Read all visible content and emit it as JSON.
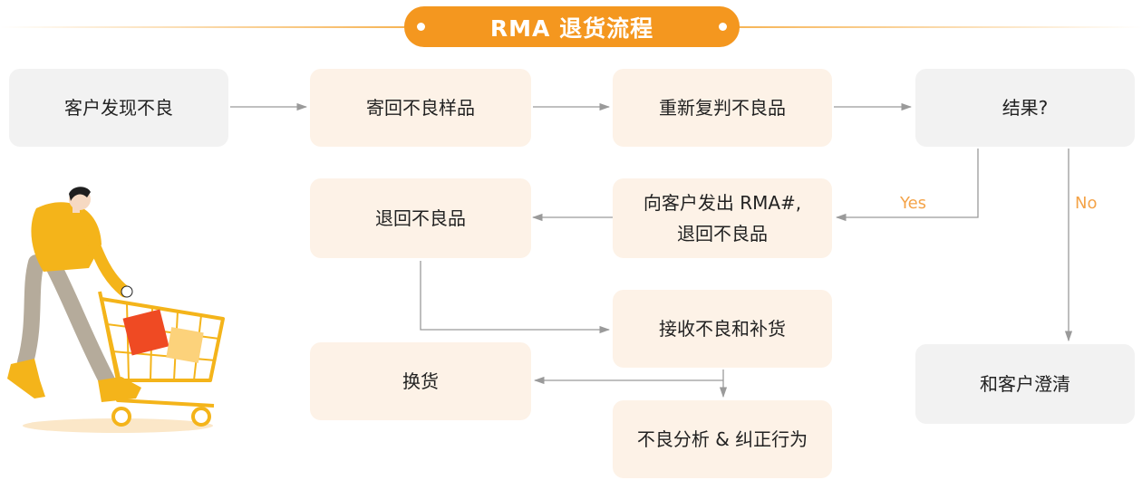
{
  "title": "RMA 退货流程",
  "nodes": {
    "customer_finds_defect": "客户发现不良",
    "return_sample": "寄回不良样品",
    "recheck": "重新复判不良品",
    "result": "结果?",
    "issue_rma_line1": "向客户发出 RMA#,",
    "issue_rma_line2": "退回不良品",
    "return_defect": "退回不良品",
    "receive_replenish": "接收不良和补货",
    "exchange": "换货",
    "analysis": "不良分析 & 纠正行为",
    "clarify": "和客户澄清"
  },
  "labels": {
    "yes": "Yes",
    "no": "No"
  },
  "colors": {
    "accent": "#f4971f",
    "node_peach": "#fdf2e7",
    "node_gray": "#f2f2f2",
    "arrow": "#9a9a9a",
    "label": "#f4a348"
  },
  "illustration": "person-pushing-shopping-cart"
}
